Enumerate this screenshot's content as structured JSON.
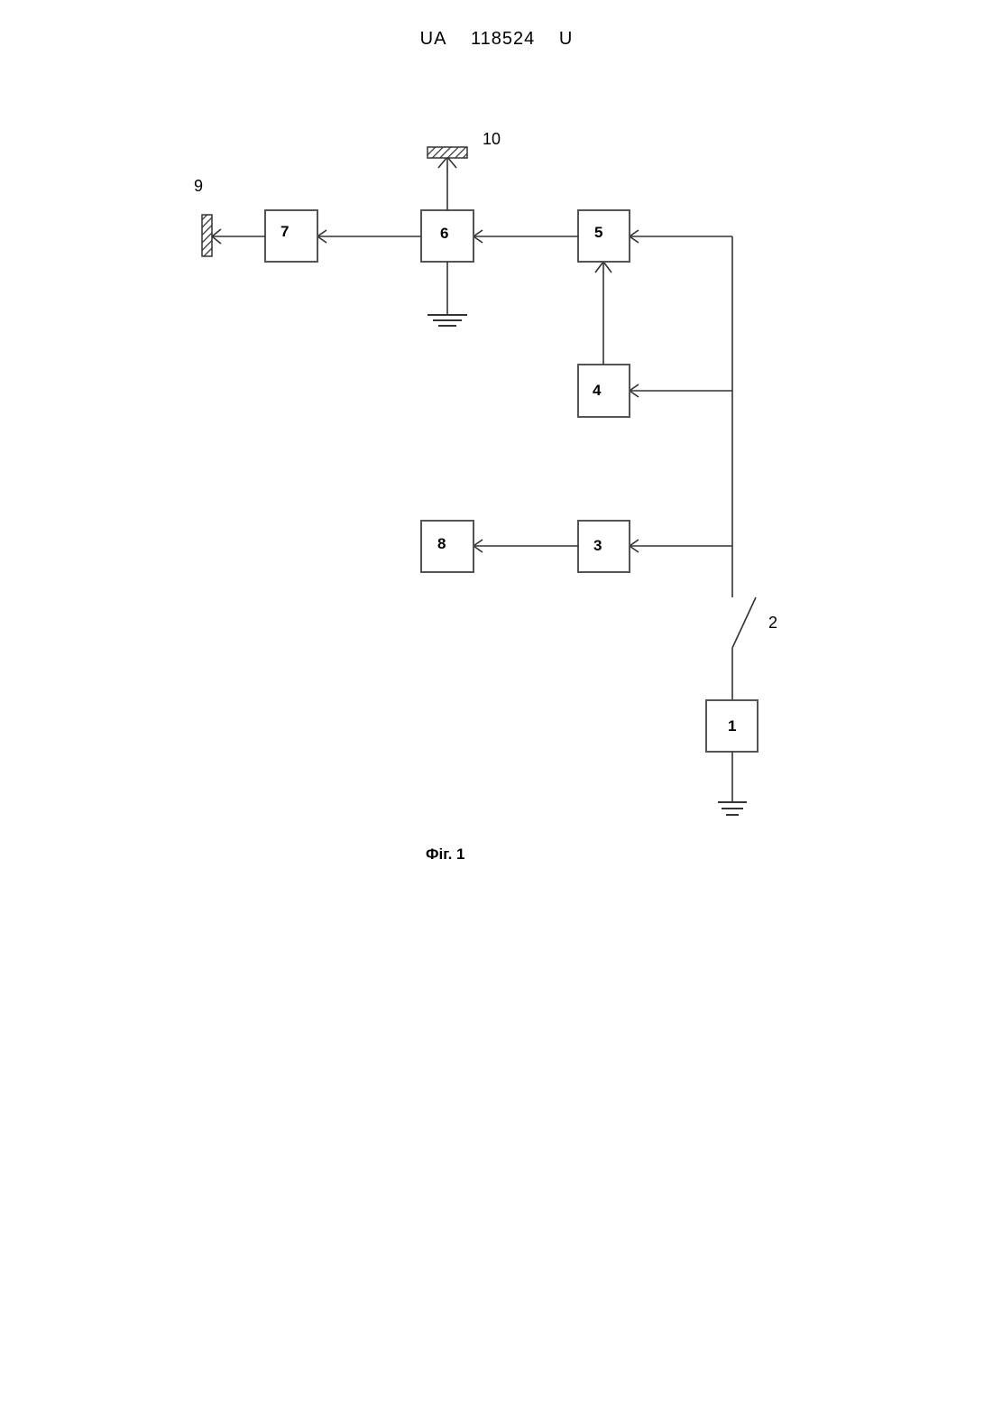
{
  "header": {
    "country": "UA",
    "number": "118524",
    "kind": "U"
  },
  "figure": {
    "caption": "Фіг. 1",
    "blocks": [
      "1",
      "3",
      "4",
      "5",
      "6",
      "7",
      "8"
    ],
    "switch_label": "2",
    "electrode_left_label": "9",
    "electrode_top_label": "10"
  }
}
